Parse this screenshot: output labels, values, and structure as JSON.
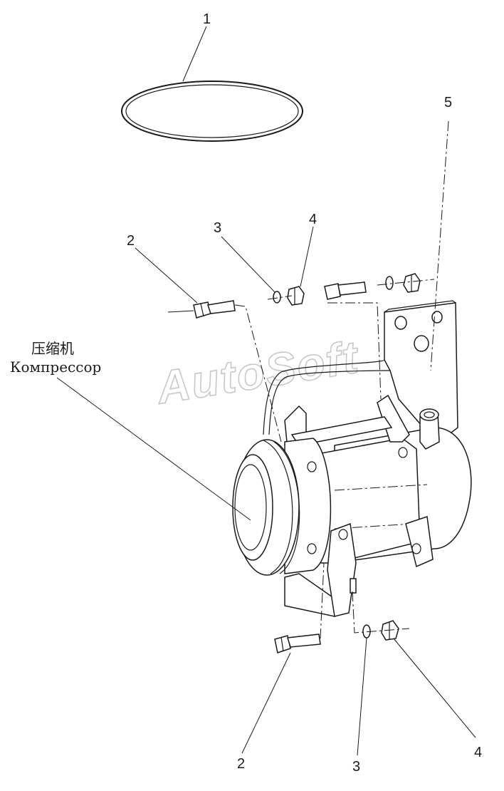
{
  "diagram": {
    "watermark": "AutoSoft",
    "caption": {
      "line1": "压缩机",
      "line2": "Компрессор"
    },
    "callouts": [
      {
        "id": "c1",
        "label": "1"
      },
      {
        "id": "c2-top",
        "label": "2"
      },
      {
        "id": "c3-top",
        "label": "3"
      },
      {
        "id": "c4-top",
        "label": "4"
      },
      {
        "id": "c5",
        "label": "5"
      },
      {
        "id": "c2-bottom",
        "label": "2"
      },
      {
        "id": "c3-bottom",
        "label": "3"
      },
      {
        "id": "c4-bottom",
        "label": "4"
      }
    ]
  }
}
